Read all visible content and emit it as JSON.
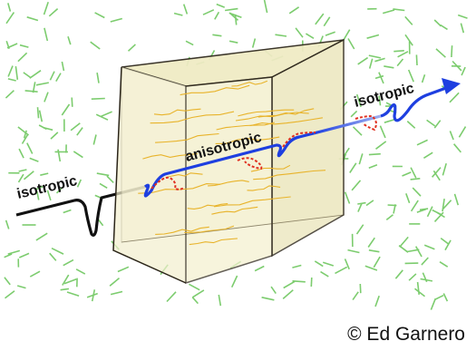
{
  "labels": {
    "left": "isotropic",
    "middle": "anisotropic",
    "right": "isotropic"
  },
  "credit": "© Ed Garnero",
  "colors": {
    "background_dashes": "#7ccc6e",
    "box_fill": "#f4f1cf",
    "box_edge": "#2a2418",
    "fabric": "#e8b32a",
    "ray_isotropic": "#111111",
    "ray_anisotropic": "#1e3fe0",
    "split_wave": "#e03020"
  }
}
